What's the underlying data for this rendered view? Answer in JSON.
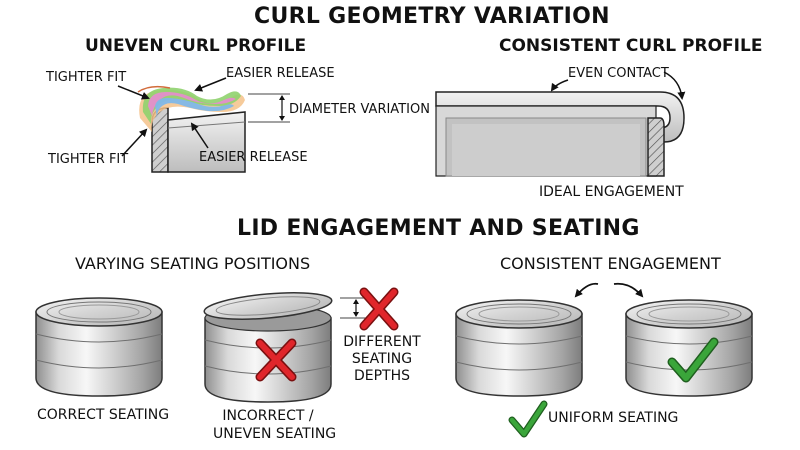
{
  "section_curl": {
    "title": "CURL GEOMETRY VARIATION",
    "uneven": {
      "title": "UNEVEN CURL PROFILE",
      "label_tighter_top": "TIGHTER FIT",
      "label_easier_top": "EASIER RELEASE",
      "label_diameter": "DIAMETER VARIATION",
      "label_tighter_bottom": "TIGHTER FIT",
      "label_easier_bottom": "EASIER RELEASE"
    },
    "consistent": {
      "title": "CONSISTENT CURL PROFILE",
      "label_even_contact": "EVEN CONTACT",
      "label_ideal": "IDEAL ENGAGEMENT"
    }
  },
  "section_lid": {
    "title": "LID ENGAGEMENT AND SEATING",
    "varying": {
      "title": "VARYING SEATING POSITIONS",
      "label_correct": "CORRECT SEATING",
      "label_incorrect_line1": "INCORRECT /",
      "label_incorrect_line2": "UNEVEN SEATING",
      "label_different_line1": "DIFFERENT",
      "label_different_line2": "SEATING",
      "label_different_line3": "DEPTHS"
    },
    "consistent": {
      "title": "CONSISTENT ENGAGEMENT",
      "label_uniform": "UNIFORM SEATING"
    }
  },
  "colors": {
    "error_red": "#e0262b",
    "check_green": "#3aa53a",
    "metal_light": "#e6e6e6",
    "metal_dark": "#8d8d8d"
  }
}
